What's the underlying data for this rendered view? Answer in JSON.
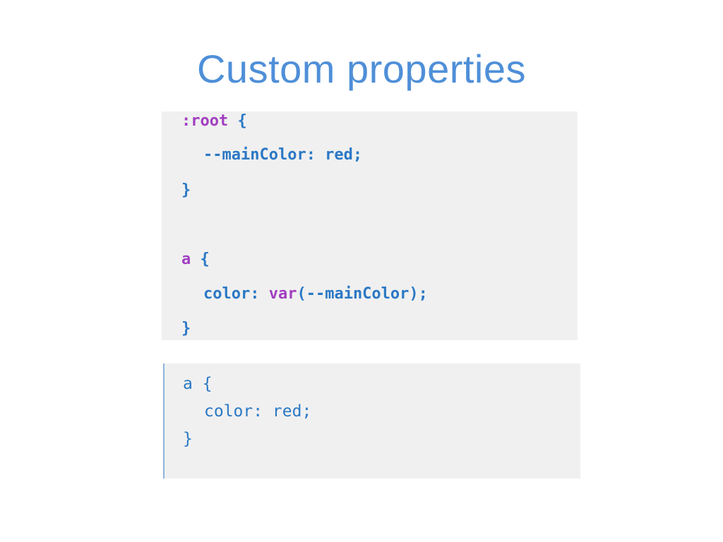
{
  "slide": {
    "title": "Custom properties"
  },
  "code_block_1": {
    "line1_selector": ":root",
    "line1_brace": " {",
    "line2_property": "--mainColor: red;",
    "line3_brace": "}",
    "line4_selector": "a",
    "line4_brace": " {",
    "line5_property": "color: ",
    "line5_function": "var",
    "line5_args": "(--mainColor);",
    "line6_brace": "}"
  },
  "code_block_2": {
    "line1": "a {",
    "line2": "color: red;",
    "line3": "}"
  },
  "colors": {
    "title": "#4f8fd8",
    "code_blue": "#2b78c5",
    "code_purple": "#a23ec1",
    "code_background": "#f0f0f0"
  }
}
